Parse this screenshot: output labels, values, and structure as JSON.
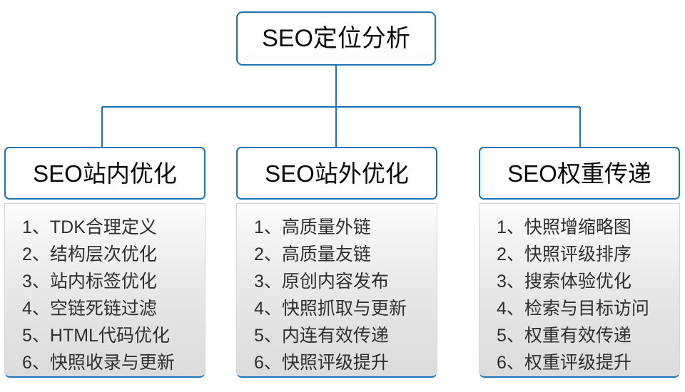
{
  "diagram": {
    "type": "org-chart",
    "title_box": {
      "label": "SEO定位分析"
    },
    "colors": {
      "border_blue": "#1d73b8",
      "connector_blue": "#1d73b8",
      "header_text": "#0a0a0a",
      "item_text": "#2f2f2f",
      "body_gradient_top": "#fdfdfd",
      "body_gradient_bottom": "#dcdcdc",
      "page_background": "#ffffff"
    },
    "columns": [
      {
        "header": "SEO站内优化",
        "items": [
          {
            "num": "1、",
            "label": "TDK合理定义"
          },
          {
            "num": "2、",
            "label": "结构层次优化"
          },
          {
            "num": "3、",
            "label": "站内标签优化"
          },
          {
            "num": "4、",
            "label": "空链死链过滤"
          },
          {
            "num": "5、",
            "label": "HTML代码优化"
          },
          {
            "num": "6、",
            "label": "快照收录与更新"
          }
        ]
      },
      {
        "header": "SEO站外优化",
        "items": [
          {
            "num": "1、",
            "label": "高质量外链"
          },
          {
            "num": "2、",
            "label": "高质量友链"
          },
          {
            "num": "3、",
            "label": "原创内容发布"
          },
          {
            "num": "4、",
            "label": "快照抓取与更新"
          },
          {
            "num": "5、",
            "label": "内连有效传递"
          },
          {
            "num": "6、",
            "label": "快照评级提升"
          }
        ]
      },
      {
        "header": "SEO权重传递",
        "items": [
          {
            "num": "1、",
            "label": "快照增缩略图"
          },
          {
            "num": "2、",
            "label": "快照评级排序"
          },
          {
            "num": "3、",
            "label": "搜索体验优化"
          },
          {
            "num": "4、",
            "label": "检索与目标访问"
          },
          {
            "num": "5、",
            "label": "权重有效传递"
          },
          {
            "num": "6、",
            "label": "权重评级提升"
          }
        ]
      }
    ]
  }
}
